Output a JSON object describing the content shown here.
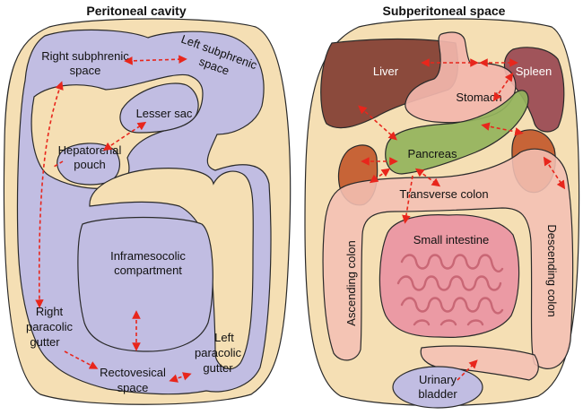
{
  "left_panel": {
    "title": "Peritoneal cavity",
    "labels": {
      "right_subphrenic_1": "Right subphrenic",
      "right_subphrenic_2": "space",
      "left_subphrenic_1": "Left subphrenic",
      "left_subphrenic_2": "space",
      "lesser_sac": "Lesser sac",
      "hepatorenal_1": "Hepatorenal",
      "hepatorenal_2": "pouch",
      "inframesocolic_1": "Inframesocolic",
      "inframesocolic_2": "compartment",
      "right_paracolic_1": "Right",
      "right_paracolic_2": "paracolic",
      "right_paracolic_3": "gutter",
      "left_paracolic_1": "Left",
      "left_paracolic_2": "paracolic",
      "left_paracolic_3": "gutter",
      "rectovesical_1": "Rectovesical",
      "rectovesical_2": "space"
    }
  },
  "right_panel": {
    "title": "Subperitoneal space",
    "labels": {
      "liver": "Liver",
      "spleen": "Spleen",
      "stomach": "Stomach",
      "pancreas": "Pancreas",
      "transverse_colon": "Transverse colon",
      "small_intestine": "Small intestine",
      "ascending_colon": "Ascending colon",
      "descending_colon": "Descending colon",
      "urinary_1": "Urinary",
      "urinary_2": "bladder"
    }
  },
  "colors": {
    "background": "#f5dfb4",
    "space": "#c1bde2",
    "liver": "#8b4a3c",
    "spleen": "#a0545a",
    "stomach": "#f2b6ad",
    "pancreas": "#93b35c",
    "colon": "#f4c0b4",
    "kidney": "#c2592c",
    "small_intestine": "#eb9aa4",
    "arrow": "#e8261c"
  }
}
